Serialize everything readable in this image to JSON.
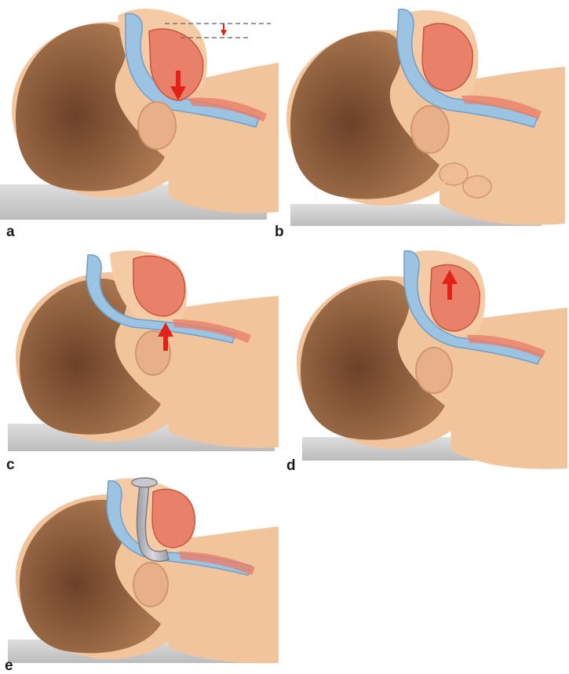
{
  "panels": [
    {
      "label": "a",
      "variant": "sagging-tongue",
      "arrows": [
        "tongue-down",
        "jaw-gap"
      ]
    },
    {
      "label": "b",
      "variant": "head-tilt-chin-lift",
      "arrows": []
    },
    {
      "label": "c",
      "variant": "jaw-thrust",
      "arrows": [
        "jaw-up"
      ]
    },
    {
      "label": "d",
      "variant": "tongue-lift",
      "arrows": [
        "tongue-up"
      ]
    },
    {
      "label": "e",
      "variant": "oropharyngeal-airway",
      "arrows": []
    }
  ],
  "colors": {
    "skin": "#f2c49b",
    "skin_shadow": "#e3a97c",
    "hair": "#8a5a3a",
    "hair_dark": "#6b4128",
    "airway": "#9cc3e2",
    "airway_edge": "#6f9fc8",
    "tongue": "#e8806a",
    "tongue_dark": "#c9553f",
    "arrow": "#e32119",
    "surface": "#b9b9b9",
    "surface_shadow": "#d8d8d8",
    "tube": "#b7b7bd"
  }
}
